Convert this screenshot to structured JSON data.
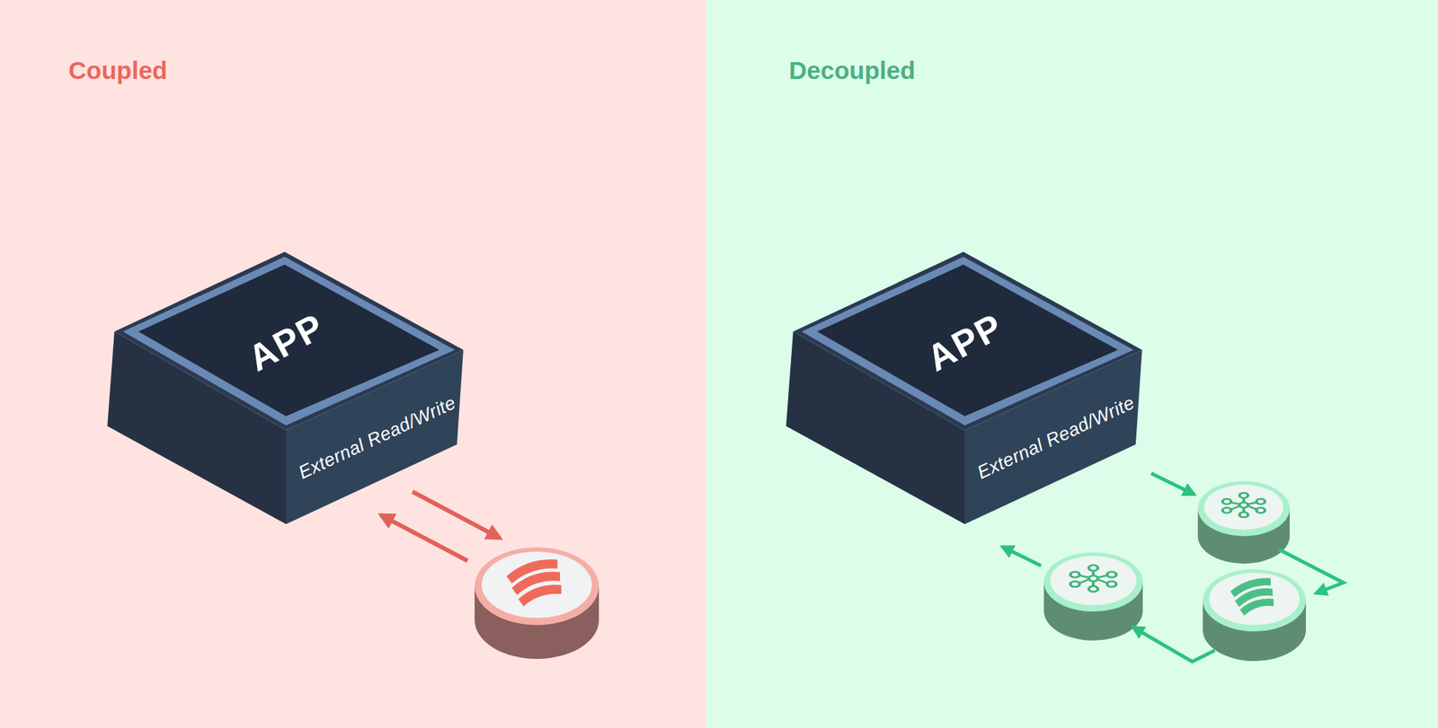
{
  "diagram": {
    "nodes": [
      {
        "text": [
          "APP",
          "External Read/Write"
        ]
      },
      {
        "text": [
          "APP",
          "External Read/Write"
        ]
      }
    ],
    "labels": [
      "Coupled",
      "Decoupled"
    ]
  }
}
